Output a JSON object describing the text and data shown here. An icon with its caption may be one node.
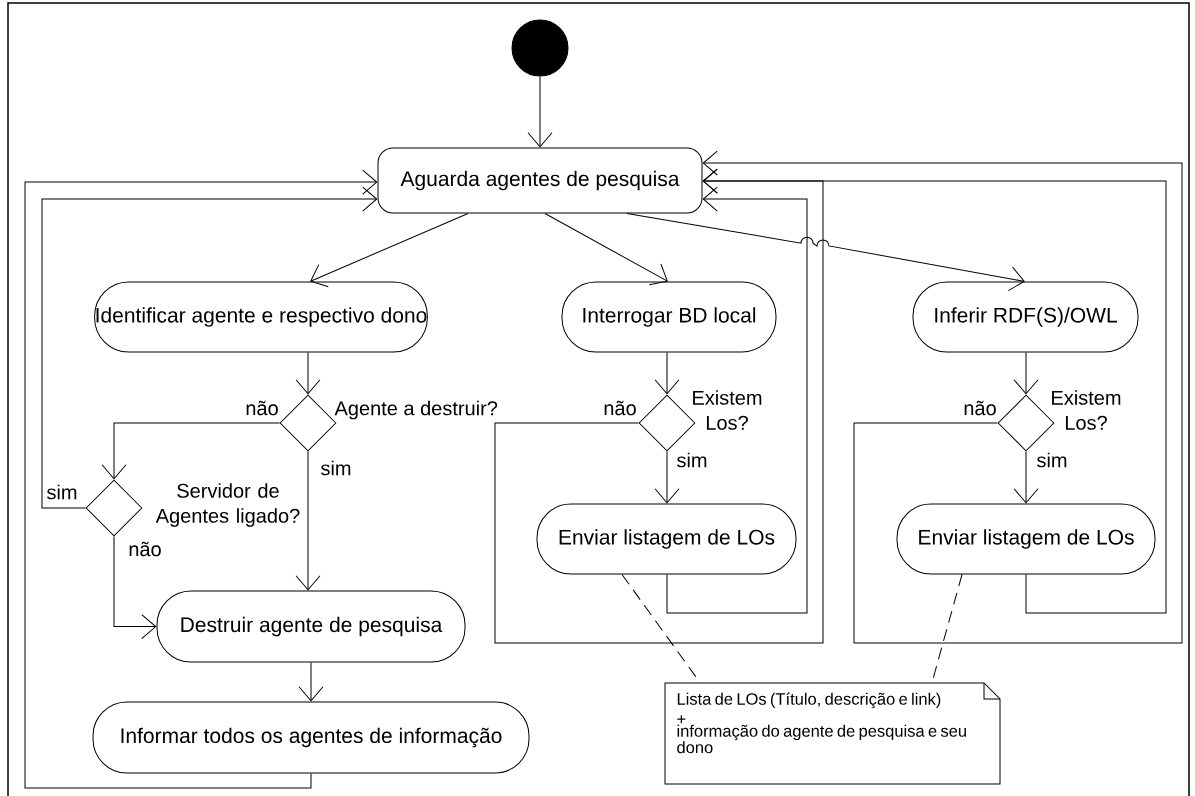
{
  "diagram": {
    "nodes": [
      {
        "text": [],
        "shape": "circle"
      },
      {
        "text": [
          "Aguarda agentes de pesquisa"
        ]
      },
      {
        "text": [
          "Identificar agente e respectivo dono"
        ]
      },
      {
        "text": [],
        "shape": "diamond",
        "beside": [
          "Agente a destruir?"
        ]
      },
      {
        "text": [],
        "shape": "diamond",
        "beside": [
          "Servidor de Agentes ligado?"
        ]
      },
      {
        "text": [
          "Destruir agente de pesquisa"
        ]
      },
      {
        "text": [
          "Informar todos os agentes de informação"
        ]
      },
      {
        "text": [
          "Interrogar BD local"
        ]
      },
      {
        "text": [],
        "shape": "diamond",
        "beside": [
          "Existem Los?"
        ]
      },
      {
        "text": [
          "Enviar listagem de LOs"
        ]
      },
      {
        "text": [
          "Inferir RDF(S)/OWL"
        ]
      },
      {
        "text": [],
        "shape": "diamond",
        "beside": [
          "Existem Los?"
        ]
      },
      {
        "text": [
          "Enviar listagem de LOs"
        ]
      },
      {
        "text": [
          "Lista de LOs (Título, descrição e link)",
          "+",
          "informação do agente de pesquisa e seu dono"
        ]
      }
    ],
    "edges": [
      {
        "from": 0,
        "to": 1,
        "arrow": "to"
      },
      {
        "from": 1,
        "to": 2,
        "arrow": "to"
      },
      {
        "from": 1,
        "to": 7,
        "arrow": "to"
      },
      {
        "from": 1,
        "to": 10,
        "arrow": "to"
      },
      {
        "from": 2,
        "to": 3,
        "arrow": "to"
      },
      {
        "from": 3,
        "to": 4,
        "arrow": "to",
        "label": "não"
      },
      {
        "from": 3,
        "to": 5,
        "arrow": "to",
        "label": "sim"
      },
      {
        "from": 4,
        "to": 1,
        "arrow": "to",
        "label": "sim"
      },
      {
        "from": 4,
        "to": 5,
        "arrow": "to",
        "label": "não"
      },
      {
        "from": 5,
        "to": 6,
        "arrow": "to"
      },
      {
        "from": 6,
        "to": 1,
        "arrow": "to"
      },
      {
        "from": 7,
        "to": 8,
        "arrow": "to"
      },
      {
        "from": 8,
        "to": 9,
        "arrow": "to",
        "label": "sim"
      },
      {
        "from": 8,
        "to": 1,
        "arrow": "to",
        "label": "não"
      },
      {
        "from": 9,
        "to": 1,
        "arrow": "to"
      },
      {
        "from": 10,
        "to": 11,
        "arrow": "to"
      },
      {
        "from": 11,
        "to": 12,
        "arrow": "to",
        "label": "sim"
      },
      {
        "from": 11,
        "to": 1,
        "arrow": "to",
        "label": "não"
      },
      {
        "from": 12,
        "to": 1,
        "arrow": "to"
      },
      {
        "from": 9,
        "to": 13,
        "arrow": "none",
        "style": "dashed"
      },
      {
        "from": 12,
        "to": 13,
        "arrow": "none",
        "style": "dashed"
      }
    ]
  }
}
